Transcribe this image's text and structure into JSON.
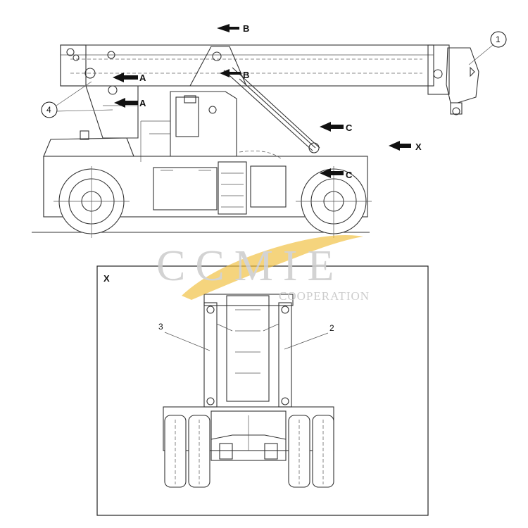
{
  "callouts": {
    "arrow_b_top": "B",
    "arrow_b_mid": "B",
    "arrow_a_upper": "A",
    "arrow_a_lower": "A",
    "arrow_c_upper": "C",
    "arrow_c_lower": "C",
    "arrow_x": "X",
    "inset_label": "X"
  },
  "parts": {
    "part_1": "1",
    "part_2": "2",
    "part_3": "3",
    "part_4": "4"
  },
  "watermark": {
    "main": "CCMIE",
    "sub": "COOPERATION",
    "color": "#f0c040"
  }
}
